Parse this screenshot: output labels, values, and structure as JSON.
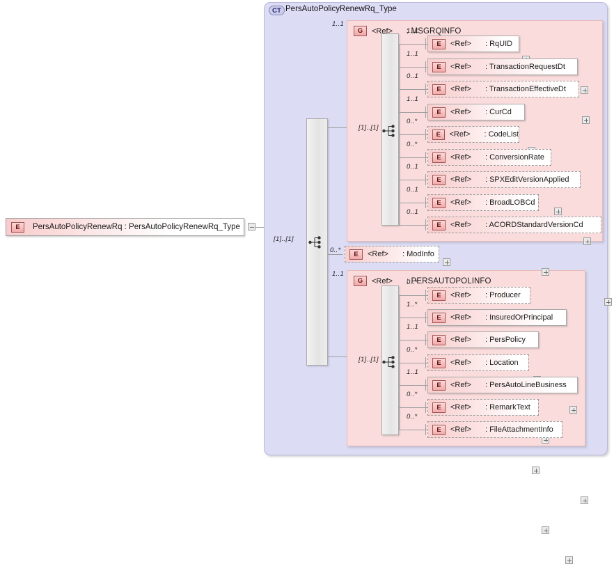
{
  "diagram": {
    "type": "xsd-schema-diagram",
    "root_element": {
      "badge": "E",
      "label": "PersAutoPolicyRenewRq : PersAutoPolicyRenewRq_Type",
      "expander": "minus"
    },
    "complex_type": {
      "badge": "CT",
      "title": "PersAutoPolicyRenewRq_Type",
      "root_cardinality": "[1]..[1]"
    },
    "ref_text": "<Ref>",
    "groups": [
      {
        "badge": "G",
        "ref": "<Ref>",
        "name": ": MSGRQINFO",
        "cardinality": "1..1",
        "sequence_cardinality": "[1]..[1]",
        "children": [
          {
            "badge": "E",
            "ref": "<Ref>",
            "name": ": RqUID",
            "cardinality": "1..1",
            "required": true
          },
          {
            "badge": "E",
            "ref": "<Ref>",
            "name": ": TransactionRequestDt",
            "cardinality": "1..1",
            "required": true
          },
          {
            "badge": "E",
            "ref": "<Ref>",
            "name": ": TransactionEffectiveDt",
            "cardinality": "0..1",
            "required": false
          },
          {
            "badge": "E",
            "ref": "<Ref>",
            "name": ": CurCd",
            "cardinality": "1..1",
            "required": true
          },
          {
            "badge": "E",
            "ref": "<Ref>",
            "name": ": CodeList",
            "cardinality": "0..*",
            "required": false
          },
          {
            "badge": "E",
            "ref": "<Ref>",
            "name": ": ConversionRate",
            "cardinality": "0..*",
            "required": false
          },
          {
            "badge": "E",
            "ref": "<Ref>",
            "name": ": SPXEditVersionApplied",
            "cardinality": "0..1",
            "required": false
          },
          {
            "badge": "E",
            "ref": "<Ref>",
            "name": ": BroadLOBCd",
            "cardinality": "0..1",
            "required": false
          },
          {
            "badge": "E",
            "ref": "<Ref>",
            "name": ": ACORDStandardVersionCd",
            "cardinality": "0..1",
            "required": false
          }
        ]
      },
      {
        "badge": "G",
        "ref": "<Ref>",
        "name": ": PERSAUTOPOLINFO",
        "cardinality": "1..1",
        "sequence_cardinality": "[1]..[1]",
        "children": [
          {
            "badge": "E",
            "ref": "<Ref>",
            "name": ": Producer",
            "cardinality": "0..*",
            "required": false
          },
          {
            "badge": "E",
            "ref": "<Ref>",
            "name": ": InsuredOrPrincipal",
            "cardinality": "1..*",
            "required": true
          },
          {
            "badge": "E",
            "ref": "<Ref>",
            "name": ": PersPolicy",
            "cardinality": "1..1",
            "required": true
          },
          {
            "badge": "E",
            "ref": "<Ref>",
            "name": ": Location",
            "cardinality": "0..*",
            "required": false
          },
          {
            "badge": "E",
            "ref": "<Ref>",
            "name": ": PersAutoLineBusiness",
            "cardinality": "1..1",
            "required": true
          },
          {
            "badge": "E",
            "ref": "<Ref>",
            "name": ": RemarkText",
            "cardinality": "0..*",
            "required": false
          },
          {
            "badge": "E",
            "ref": "<Ref>",
            "name": ": FileAttachmentInfo",
            "cardinality": "0..*",
            "required": false
          }
        ]
      }
    ],
    "standalone_elements": [
      {
        "badge": "E",
        "ref": "<Ref>",
        "name": ": ModInfo",
        "cardinality": "0..*",
        "required": false
      }
    ],
    "colors": {
      "complex_type_fill": "#dcdcf5",
      "group_fill": "#fadcdc",
      "element_badge": "#f2aaaa",
      "line": "#9e9e9e",
      "sequence_fill": "#ededed"
    }
  }
}
